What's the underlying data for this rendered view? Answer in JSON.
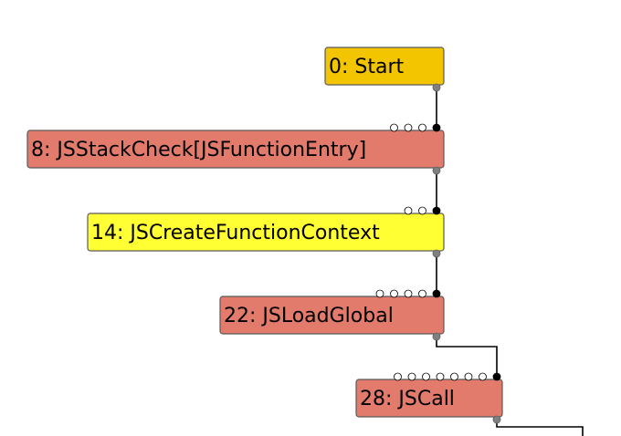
{
  "colors": {
    "start_node": "#f2c500",
    "js_node": "#e27b6b",
    "highlight_node": "#ffff33",
    "edge": "#000000",
    "output_port": "#808080",
    "input_port_connected": "#000000",
    "input_port_free": "#ffffff"
  },
  "nodes": [
    {
      "id": "start",
      "label": "0: Start",
      "color_key": "start_node",
      "free_inputs": 0
    },
    {
      "id": "stack-check",
      "label": "8: JSStackCheck[JSFunctionEntry]",
      "color_key": "js_node",
      "free_inputs": 3
    },
    {
      "id": "create-context",
      "label": "14: JSCreateFunctionContext",
      "color_key": "highlight_node",
      "free_inputs": 2
    },
    {
      "id": "load-global",
      "label": "22: JSLoadGlobal",
      "color_key": "js_node",
      "free_inputs": 4
    },
    {
      "id": "js-call",
      "label": "28: JSCall",
      "color_key": "js_node",
      "free_inputs": 7
    }
  ],
  "edges": [
    {
      "from": "start",
      "to": "stack-check"
    },
    {
      "from": "stack-check",
      "to": "create-context"
    },
    {
      "from": "create-context",
      "to": "load-global"
    },
    {
      "from": "load-global",
      "to": "js-call"
    },
    {
      "from": "js-call",
      "to": "offscreen"
    }
  ]
}
